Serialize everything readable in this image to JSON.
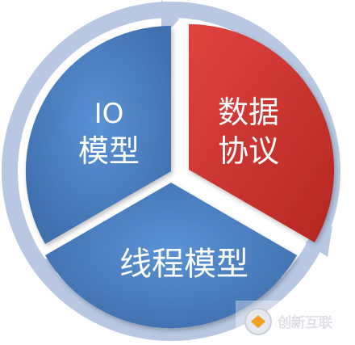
{
  "segments": {
    "io_model": {
      "line1": "IO",
      "line2": "模型",
      "color": "#4a7fc2"
    },
    "data_protocol": {
      "line1": "数据",
      "line2": "协议",
      "color": "#c62f2c"
    },
    "thread_model": {
      "line1": "线程模型",
      "color": "#4a7fc2"
    }
  },
  "ring_color": "#b8c8e2",
  "watermark": {
    "text": "创新互联"
  }
}
